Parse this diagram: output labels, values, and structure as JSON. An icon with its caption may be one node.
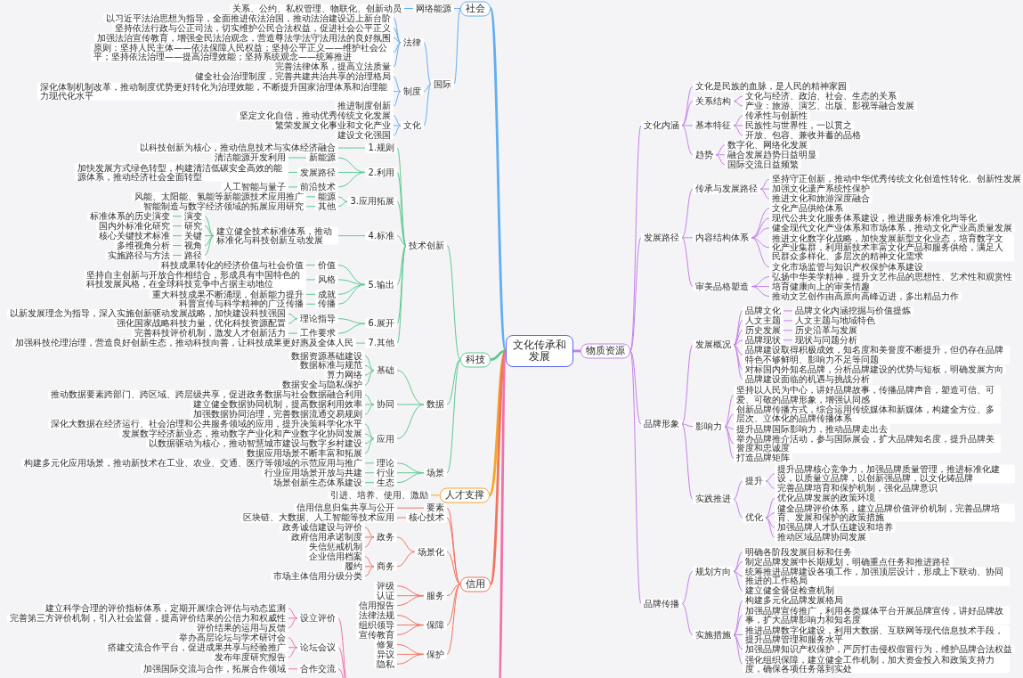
{
  "diagram": {
    "nodes": [
      {
        "text": [
          "文化传承和发展"
        ]
      },
      {
        "text": [
          "社会"
        ]
      },
      {
        "text": [
          "网络能源"
        ]
      },
      {
        "text": [
          "关系、公约、私权管理、物联化、创新动员"
        ]
      },
      {
        "text": [
          "国际"
        ]
      },
      {
        "text": [
          "法律"
        ]
      },
      {
        "text": [
          "以习近平法治思想为指导，全面推进依法治国，推动法治建设迈上新台阶"
        ]
      },
      {
        "text": [
          "坚持依法行政与公正司法，切实维护公民合法权益，促进社会公平正义"
        ]
      },
      {
        "text": [
          "加强法治宣传教育，增强全民法治观念，营造尊法学法守法用法的良好氛围"
        ]
      },
      {
        "text": [
          "原则：坚持人民主体——依法保障人民权益；坚持公平正义——维护社会公平；坚持依法治理——提高治理效能；坚持系统观念——统筹推进"
        ]
      },
      {
        "text": [
          "完善法律体系，提高立法质量"
        ]
      },
      {
        "text": [
          "制度"
        ]
      },
      {
        "text": [
          "健全社会治理制度，完善共建共治共享的治理格局"
        ]
      },
      {
        "text": [
          "深化体制机制改革，推动制度优势更好转化为治理效能，不断提升国家治理体系和治理能力现代化水平"
        ]
      },
      {
        "text": [
          "推进制度创新"
        ]
      },
      {
        "text": [
          "文化"
        ]
      },
      {
        "text": [
          "坚定文化自信，推动优秀传统文化发展"
        ]
      },
      {
        "text": [
          "繁荣发展文化事业和文化产业"
        ]
      },
      {
        "text": [
          "建设文化强国"
        ]
      },
      {
        "text": [
          "科技"
        ]
      },
      {
        "text": [
          "技术创新"
        ]
      },
      {
        "text": [
          "1.规则"
        ]
      },
      {
        "text": [
          "以科技创新为核心，推动信息技术与实体经济融合"
        ]
      },
      {
        "text": [
          "2.利用"
        ]
      },
      {
        "text": [
          "新能源"
        ]
      },
      {
        "text": [
          "清洁能源开发利用"
        ]
      },
      {
        "text": [
          "发展路径"
        ]
      },
      {
        "text": [
          "加快发展方式绿色转型，构建清洁低碳安全高效的能源体系，推动经济社会全面转型"
        ]
      },
      {
        "text": [
          "前沿技术"
        ]
      },
      {
        "text": [
          "人工智能与量子"
        ]
      },
      {
        "text": [
          "3.应用拓展"
        ]
      },
      {
        "text": [
          "能源"
        ]
      },
      {
        "text": [
          "风能、太阳能、氢能等新能源技术应用推广"
        ]
      },
      {
        "text": [
          "其他"
        ]
      },
      {
        "text": [
          "智能制造与数字经济领域的拓展应用研究"
        ]
      },
      {
        "text": [
          "4.标准"
        ]
      },
      {
        "text": [
          "建立健全技术标准体系，推动标准化与科技创新互动发展"
        ]
      },
      {
        "text": [
          "演变"
        ]
      },
      {
        "text": [
          "标准体系的历史演变"
        ]
      },
      {
        "text": [
          "研究"
        ]
      },
      {
        "text": [
          "国内外标准化研究"
        ]
      },
      {
        "text": [
          "关键"
        ]
      },
      {
        "text": [
          "核心关键技术标准"
        ]
      },
      {
        "text": [
          "视角"
        ]
      },
      {
        "text": [
          "多维视角分析"
        ]
      },
      {
        "text": [
          "路径"
        ]
      },
      {
        "text": [
          "实施路径与方法"
        ]
      },
      {
        "text": [
          "5.输出"
        ]
      },
      {
        "text": [
          "价值"
        ]
      },
      {
        "text": [
          "科技成果转化的经济价值与社会价值"
        ]
      },
      {
        "text": [
          "风格"
        ]
      },
      {
        "text": [
          "坚持自主创新与开放合作相结合，形成具有中国特色的科技发展风格，在全球科技竞争中占据主动地位"
        ]
      },
      {
        "text": [
          "成就"
        ]
      },
      {
        "text": [
          "重大科技成果不断涌现，创新能力提升"
        ]
      },
      {
        "text": [
          "传播"
        ]
      },
      {
        "text": [
          "科普宣传与科学精神的广泛传播"
        ]
      },
      {
        "text": [
          "6.展开"
        ]
      },
      {
        "text": [
          "理论指导"
        ]
      },
      {
        "text": [
          "以新发展理念为指导，深入实施创新驱动发展战略，加快建设科技强国"
        ]
      },
      {
        "text": [
          "强化国家战略科技力量，优化科技资源配置"
        ]
      },
      {
        "text": [
          "工作要求"
        ]
      },
      {
        "text": [
          "完善科技评价机制，激发人才创新活力"
        ]
      },
      {
        "text": [
          "7.其他"
        ]
      },
      {
        "text": [
          "加强科技伦理治理，营造良好创新生态，推动科技向善，让科技成果更好惠及全体人民"
        ]
      },
      {
        "text": [
          "数据"
        ]
      },
      {
        "text": [
          "基础"
        ]
      },
      {
        "text": [
          "数据资源基础建设"
        ]
      },
      {
        "text": [
          "数据标准与规范"
        ]
      },
      {
        "text": [
          "算力网络"
        ]
      },
      {
        "text": [
          "数据安全与隐私保护"
        ]
      },
      {
        "text": [
          "协同"
        ]
      },
      {
        "text": [
          "推动数据要素跨部门、跨区域、跨层级共享，促进政务数据与社会数据融合利用"
        ]
      },
      {
        "text": [
          "建立健全数据协同机制，提高数据利用效率"
        ]
      },
      {
        "text": [
          "加强数据协同治理，完善数据流通交易规则"
        ]
      },
      {
        "text": [
          "应用"
        ]
      },
      {
        "text": [
          "深化大数据在经济运行、社会治理和公共服务领域的应用，提升决策科学化水平"
        ]
      },
      {
        "text": [
          "发展数字经济新业态，推动数字产业化和产业数字化协同发展"
        ]
      },
      {
        "text": [
          "以数据驱动为核心，推动智慧城市建设与数字乡村建设"
        ]
      },
      {
        "text": [
          "数据应用场景不断丰富和拓展"
        ]
      },
      {
        "text": [
          "场景"
        ]
      },
      {
        "text": [
          "理论"
        ]
      },
      {
        "text": [
          "构建多元化应用场景，推动新技术在工业、农业、交通、医疗等领域的示范应用与推广"
        ]
      },
      {
        "text": [
          "行业"
        ]
      },
      {
        "text": [
          "行业应用场景开放与共建"
        ]
      },
      {
        "text": [
          "生态"
        ]
      },
      {
        "text": [
          "场景创新生态体系建设"
        ]
      },
      {
        "text": [
          "人才支撑"
        ]
      },
      {
        "text": [
          "引进、培养、使用、激励"
        ]
      },
      {
        "text": [
          "信用"
        ]
      },
      {
        "text": [
          "要素"
        ]
      },
      {
        "text": [
          "信用信息归集共享与公开"
        ]
      },
      {
        "text": [
          "核心技术"
        ]
      },
      {
        "text": [
          "区块链、大数据、人工智能等技术应用"
        ]
      },
      {
        "text": [
          "场景化"
        ]
      },
      {
        "text": [
          "政务"
        ]
      },
      {
        "text": [
          "政务诚信建设与评价"
        ]
      },
      {
        "text": [
          "政府信用承诺制度"
        ]
      },
      {
        "text": [
          "失信惩戒机制"
        ]
      },
      {
        "text": [
          "商务"
        ]
      },
      {
        "text": [
          "企业信用档案"
        ]
      },
      {
        "text": [
          "履约"
        ]
      },
      {
        "text": [
          "市场主体信用分级分类"
        ]
      },
      {
        "text": [
          "服务"
        ]
      },
      {
        "text": [
          "评级"
        ]
      },
      {
        "text": [
          "认证"
        ]
      },
      {
        "text": [
          "信用报告"
        ]
      },
      {
        "text": [
          "保障"
        ]
      },
      {
        "text": [
          "法律法规"
        ]
      },
      {
        "text": [
          "组织领导"
        ]
      },
      {
        "text": [
          "宣传教育"
        ]
      },
      {
        "text": [
          "保护"
        ]
      },
      {
        "text": [
          "修复"
        ]
      },
      {
        "text": [
          "异议"
        ]
      },
      {
        "text": [
          "隐私"
        ]
      },
      {
        "text": [
          "设立评价"
        ]
      },
      {
        "text": [
          "建立科学合理的评价指标体系，定期开展综合评估与动态监测"
        ]
      },
      {
        "text": [
          "完善第三方评价机制，引入社会监督，提高评价结果的公信力和权威性"
        ]
      },
      {
        "text": [
          "评价结果的运用与反馈"
        ]
      },
      {
        "text": [
          "论坛会议"
        ]
      },
      {
        "text": [
          "举办高层论坛与学术研讨会"
        ]
      },
      {
        "text": [
          "搭建交流合作平台，促进成果共享与经验推广"
        ]
      },
      {
        "text": [
          "发布年度研究报告"
        ]
      },
      {
        "text": [
          "合作交流"
        ]
      },
      {
        "text": [
          "加强国际交流与合作，拓展合作领域"
        ]
      },
      {
        "text": [
          "物质资源"
        ]
      },
      {
        "text": [
          "文化内涵"
        ]
      },
      {
        "text": [
          "文化是民族的血脉，是人民的精神家园"
        ]
      },
      {
        "text": [
          "关系结构"
        ]
      },
      {
        "text": [
          "文化与经济、政治、社会、生态的关系"
        ]
      },
      {
        "text": [
          "产业：旅游、演艺、出版、影视等融合发展"
        ]
      },
      {
        "text": [
          "基本特征"
        ]
      },
      {
        "text": [
          "传承性与创新性"
        ]
      },
      {
        "text": [
          "民族性与世界性，一以贯之"
        ]
      },
      {
        "text": [
          "开放、包容、兼收并蓄的品格"
        ]
      },
      {
        "text": [
          "趋势"
        ]
      },
      {
        "text": [
          "数字化、网络化发展"
        ]
      },
      {
        "text": [
          "融合发展趋势日益明显"
        ]
      },
      {
        "text": [
          "国际交流日益频繁"
        ]
      },
      {
        "text": [
          "发展路径"
        ]
      },
      {
        "text": [
          "传承与发展路径"
        ]
      },
      {
        "text": [
          "坚持守正创新，推动中华优秀传统文化创造性转化、创新性发展"
        ]
      },
      {
        "text": [
          "加强文化遗产系统性保护"
        ]
      },
      {
        "text": [
          "推进文化和旅游深度融合"
        ]
      },
      {
        "text": [
          "内容结构体系"
        ]
      },
      {
        "text": [
          "文化产品供给体系"
        ]
      },
      {
        "text": [
          "现代公共文化服务体系建设，推进服务标准化均等化"
        ]
      },
      {
        "text": [
          "健全现代文化产业体系和市场体系，推动文化产业高质量发展"
        ]
      },
      {
        "text": [
          "推进文化数字化战略，加快发展新型文化业态，培育数字文化产业集群，利用新技术丰富文化产品和服务供给，满足人民群众多样化、多层次的精神文化需求"
        ]
      },
      {
        "text": [
          "文化市场监管与知识产权保护体系建设"
        ]
      },
      {
        "text": [
          "审美品格塑造"
        ]
      },
      {
        "text": [
          "弘扬中华美学精神，提升文艺作品的思想性、艺术性和观赏性"
        ]
      },
      {
        "text": [
          "培育健康向上的审美情趣"
        ]
      },
      {
        "text": [
          "推动文艺创作由高原向高峰迈进，多出精品力作"
        ]
      },
      {
        "text": [
          "品牌形象"
        ]
      },
      {
        "text": [
          "发展概况"
        ]
      },
      {
        "text": [
          "品牌文化"
        ]
      },
      {
        "text": [
          "品牌文化内涵挖掘与价值提炼"
        ]
      },
      {
        "text": [
          "人文主题"
        ]
      },
      {
        "text": [
          "人文主题与地域特色"
        ]
      },
      {
        "text": [
          "历史发展"
        ]
      },
      {
        "text": [
          "历史沿革与发展"
        ]
      },
      {
        "text": [
          "品牌现状"
        ]
      },
      {
        "text": [
          "现状与问题分析"
        ]
      },
      {
        "text": [
          "品牌建设取得积极成效，知名度和美誉度不断提升，但仍存在品牌特色不够鲜明、影响力不足等问题"
        ]
      },
      {
        "text": [
          "对标国内外知名品牌，分析品牌建设的优势与短板，明确发展方向"
        ]
      },
      {
        "text": [
          "品牌建设面临的机遇与挑战分析"
        ]
      },
      {
        "text": [
          "影响力"
        ]
      },
      {
        "text": [
          "坚持以人民为中心，讲好品牌故事，传播品牌声音，塑造可信、可爱、可敬的品牌形象，增强认同感"
        ]
      },
      {
        "text": [
          "创新品牌传播方式，综合运用传统媒体和新媒体，构建全方位、多层次、立体化的品牌传播体系"
        ]
      },
      {
        "text": [
          "提升品牌国际影响力，推动品牌走出去"
        ]
      },
      {
        "text": [
          "举办品牌推介活动，参与国际展会，扩大品牌知名度，提升品牌美誉度和忠诚度"
        ]
      },
      {
        "text": [
          "打造品牌矩阵"
        ]
      },
      {
        "text": [
          "实践推进"
        ]
      },
      {
        "text": [
          "提升"
        ]
      },
      {
        "text": [
          "提升品牌核心竞争力，加强品牌质量管理，推进标准化建设，以质量立品牌，以创新强品牌，以文化铸品牌"
        ]
      },
      {
        "text": [
          "完善品牌培育和保护机制，强化品牌意识"
        ]
      },
      {
        "text": [
          "优化"
        ]
      },
      {
        "text": [
          "优化品牌发展的政策环境"
        ]
      },
      {
        "text": [
          "健全品牌评价体系，建立品牌价值评价机制，完善品牌培育、发展和保护的政策措施"
        ]
      },
      {
        "text": [
          "加强品牌人才队伍建设和培养"
        ]
      },
      {
        "text": [
          "推动区域品牌协同发展"
        ]
      },
      {
        "text": [
          "品牌传播"
        ]
      },
      {
        "text": [
          "规划方向"
        ]
      },
      {
        "text": [
          "明确各阶段发展目标和任务"
        ]
      },
      {
        "text": [
          "制定品牌发展中长期规划，明确重点任务和推进路径"
        ]
      },
      {
        "text": [
          "统筹推进品牌建设各项工作，加强顶层设计，形成上下联动、协同推进的工作格局"
        ]
      },
      {
        "text": [
          "建立健全督促检查机制"
        ]
      },
      {
        "text": [
          "实施措施"
        ]
      },
      {
        "text": [
          "构建多元化品牌发展格局"
        ]
      },
      {
        "text": [
          "加强品牌宣传推广，利用各类媒体平台开展品牌宣传，讲好品牌故事，扩大品牌影响力和知名度"
        ]
      },
      {
        "text": [
          "推进品牌数字化建设，利用大数据、互联网等现代信息技术手段，提升品牌管理和服务水平"
        ]
      },
      {
        "text": [
          "加强品牌知识产权保护，严厉打击侵权假冒行为，维护品牌合法权益"
        ]
      },
      {
        "text": [
          "强化组织保障，建立健全工作机制，加大资金投入和政策支持力度，确保各项任务落到实处"
        ]
      }
    ],
    "edges": [
      {
        "from": 0,
        "to": 1,
        "arrow": "none",
        "style": "thick",
        "color": "#62aef2"
      },
      {
        "from": 1,
        "to": 2,
        "arrow": "none",
        "color": "#62aef2"
      },
      {
        "from": 2,
        "to": 3,
        "arrow": "none",
        "color": "#62aef2"
      },
      {
        "from": 1,
        "to": 4,
        "arrow": "none",
        "color": "#62aef2"
      },
      {
        "from": 4,
        "to": 5,
        "arrow": "none",
        "color": "#62aef2"
      },
      {
        "from": 5,
        "to": 6,
        "arrow": "none",
        "color": "#62aef2"
      },
      {
        "from": 5,
        "to": 7,
        "arrow": "none",
        "color": "#62aef2"
      },
      {
        "from": 5,
        "to": 8,
        "arrow": "none",
        "color": "#62aef2"
      },
      {
        "from": 5,
        "to": 9,
        "arrow": "none",
        "color": "#62aef2"
      },
      {
        "from": 5,
        "to": 10,
        "arrow": "none",
        "color": "#62aef2"
      },
      {
        "from": 4,
        "to": 11,
        "arrow": "none",
        "color": "#62aef2"
      },
      {
        "from": 11,
        "to": 12,
        "arrow": "none",
        "color": "#62aef2"
      },
      {
        "from": 11,
        "to": 13,
        "arrow": "none",
        "color": "#62aef2"
      },
      {
        "from": 11,
        "to": 14,
        "arrow": "none",
        "color": "#62aef2"
      },
      {
        "from": 4,
        "to": 15,
        "arrow": "none",
        "color": "#62aef2"
      },
      {
        "from": 15,
        "to": 16,
        "arrow": "none",
        "color": "#62aef2"
      },
      {
        "from": 15,
        "to": 17,
        "arrow": "none",
        "color": "#62aef2"
      },
      {
        "from": 15,
        "to": 18,
        "arrow": "none",
        "color": "#62aef2"
      },
      {
        "from": 0,
        "to": 19,
        "arrow": "none",
        "style": "thick",
        "color": "#5cc98e"
      },
      {
        "from": 19,
        "to": 20,
        "arrow": "none",
        "color": "#5cc98e"
      },
      {
        "from": 20,
        "to": 21,
        "arrow": "none",
        "color": "#5cc98e"
      },
      {
        "from": 21,
        "to": 22,
        "arrow": "none",
        "color": "#5cc98e"
      },
      {
        "from": 20,
        "to": 23,
        "arrow": "none",
        "color": "#5cc98e"
      },
      {
        "from": 23,
        "to": 24,
        "arrow": "none",
        "color": "#5cc98e"
      },
      {
        "from": 24,
        "to": 25,
        "arrow": "none",
        "color": "#5cc98e"
      },
      {
        "from": 23,
        "to": 26,
        "arrow": "none",
        "color": "#5cc98e"
      },
      {
        "from": 26,
        "to": 27,
        "arrow": "none",
        "color": "#5cc98e"
      },
      {
        "from": 23,
        "to": 28,
        "arrow": "none",
        "color": "#5cc98e"
      },
      {
        "from": 28,
        "to": 29,
        "arrow": "none",
        "color": "#5cc98e"
      },
      {
        "from": 20,
        "to": 30,
        "arrow": "none",
        "color": "#5cc98e"
      },
      {
        "from": 30,
        "to": 31,
        "arrow": "none",
        "color": "#5cc98e"
      },
      {
        "from": 31,
        "to": 32,
        "arrow": "none",
        "color": "#5cc98e"
      },
      {
        "from": 30,
        "to": 33,
        "arrow": "none",
        "color": "#5cc98e"
      },
      {
        "from": 33,
        "to": 34,
        "arrow": "none",
        "color": "#5cc98e"
      },
      {
        "from": 20,
        "to": 35,
        "arrow": "none",
        "color": "#5cc98e"
      },
      {
        "from": 35,
        "to": 36,
        "arrow": "none",
        "color": "#5cc98e"
      },
      {
        "from": 36,
        "to": 37,
        "arrow": "none",
        "color": "#5cc98e"
      },
      {
        "from": 37,
        "to": 38,
        "arrow": "none",
        "color": "#5cc98e"
      },
      {
        "from": 36,
        "to": 39,
        "arrow": "none",
        "color": "#5cc98e"
      },
      {
        "from": 39,
        "to": 40,
        "arrow": "none",
        "color": "#5cc98e"
      },
      {
        "from": 36,
        "to": 41,
        "arrow": "none",
        "color": "#5cc98e"
      },
      {
        "from": 41,
        "to": 42,
        "arrow": "none",
        "color": "#5cc98e"
      },
      {
        "from": 36,
        "to": 43,
        "arrow": "none",
        "color": "#5cc98e"
      },
      {
        "from": 43,
        "to": 44,
        "arrow": "none",
        "color": "#5cc98e"
      },
      {
        "from": 36,
        "to": 45,
        "arrow": "none",
        "color": "#5cc98e"
      },
      {
        "from": 45,
        "to": 46,
        "arrow": "none",
        "color": "#5cc98e"
      },
      {
        "from": 20,
        "to": 47,
        "arrow": "none",
        "color": "#5cc98e"
      },
      {
        "from": 47,
        "to": 48,
        "arrow": "none",
        "color": "#5cc98e"
      },
      {
        "from": 48,
        "to": 49,
        "arrow": "none",
        "color": "#5cc98e"
      },
      {
        "from": 47,
        "to": 50,
        "arrow": "none",
        "color": "#5cc98e"
      },
      {
        "from": 50,
        "to": 51,
        "arrow": "none",
        "color": "#5cc98e"
      },
      {
        "from": 47,
        "to": 52,
        "arrow": "none",
        "color": "#5cc98e"
      },
      {
        "from": 52,
        "to": 53,
        "arrow": "none",
        "color": "#5cc98e"
      },
      {
        "from": 47,
        "to": 54,
        "arrow": "none",
        "color": "#5cc98e"
      },
      {
        "from": 54,
        "to": 55,
        "arrow": "none",
        "color": "#5cc98e"
      },
      {
        "from": 20,
        "to": 56,
        "arrow": "none",
        "color": "#5cc98e"
      },
      {
        "from": 56,
        "to": 57,
        "arrow": "none",
        "color": "#5cc98e"
      },
      {
        "from": 57,
        "to": 58,
        "arrow": "none",
        "color": "#5cc98e"
      },
      {
        "from": 57,
        "to": 59,
        "arrow": "none",
        "color": "#5cc98e"
      },
      {
        "from": 56,
        "to": 60,
        "arrow": "none",
        "color": "#5cc98e"
      },
      {
        "from": 60,
        "to": 61,
        "arrow": "none",
        "color": "#5cc98e"
      },
      {
        "from": 20,
        "to": 62,
        "arrow": "none",
        "color": "#5cc98e"
      },
      {
        "from": 62,
        "to": 63,
        "arrow": "none",
        "color": "#5cc98e"
      },
      {
        "from": 19,
        "to": 64,
        "arrow": "none",
        "color": "#5cc98e"
      },
      {
        "from": 64,
        "to": 65,
        "arrow": "none",
        "color": "#5cc98e"
      },
      {
        "from": 65,
        "to": 66,
        "arrow": "none",
        "color": "#5cc98e"
      },
      {
        "from": 65,
        "to": 67,
        "arrow": "none",
        "color": "#5cc98e"
      },
      {
        "from": 65,
        "to": 68,
        "arrow": "none",
        "color": "#5cc98e"
      },
      {
        "from": 65,
        "to": 69,
        "arrow": "none",
        "color": "#5cc98e"
      },
      {
        "from": 64,
        "to": 70,
        "arrow": "none",
        "color": "#5cc98e"
      },
      {
        "from": 70,
        "to": 71,
        "arrow": "none",
        "color": "#5cc98e"
      },
      {
        "from": 70,
        "to": 72,
        "arrow": "none",
        "color": "#5cc98e"
      },
      {
        "from": 70,
        "to": 73,
        "arrow": "none",
        "color": "#5cc98e"
      },
      {
        "from": 64,
        "to": 74,
        "arrow": "none",
        "color": "#5cc98e"
      },
      {
        "from": 74,
        "to": 75,
        "arrow": "none",
        "color": "#5cc98e"
      },
      {
        "from": 74,
        "to": 76,
        "arrow": "none",
        "color": "#5cc98e"
      },
      {
        "from": 74,
        "to": 77,
        "arrow": "none",
        "color": "#5cc98e"
      },
      {
        "from": 74,
        "to": 78,
        "arrow": "none",
        "color": "#5cc98e"
      },
      {
        "from": 19,
        "to": 79,
        "arrow": "none",
        "color": "#5cc98e"
      },
      {
        "from": 79,
        "to": 80,
        "arrow": "none",
        "color": "#5cc98e"
      },
      {
        "from": 80,
        "to": 81,
        "arrow": "none",
        "color": "#5cc98e"
      },
      {
        "from": 79,
        "to": 82,
        "arrow": "none",
        "color": "#5cc98e"
      },
      {
        "from": 82,
        "to": 83,
        "arrow": "none",
        "color": "#5cc98e"
      },
      {
        "from": 79,
        "to": 84,
        "arrow": "none",
        "color": "#5cc98e"
      },
      {
        "from": 84,
        "to": 85,
        "arrow": "none",
        "color": "#5cc98e"
      },
      {
        "from": 0,
        "to": 86,
        "arrow": "none",
        "style": "thick",
        "color": "#f4a62a"
      },
      {
        "from": 86,
        "to": 87,
        "arrow": "none",
        "color": "#f4a62a"
      },
      {
        "from": 0,
        "to": 88,
        "arrow": "none",
        "style": "thick",
        "color": "#f2735e"
      },
      {
        "from": 88,
        "to": 89,
        "arrow": "none",
        "color": "#f2735e"
      },
      {
        "from": 89,
        "to": 90,
        "arrow": "none",
        "color": "#f2735e"
      },
      {
        "from": 88,
        "to": 91,
        "arrow": "none",
        "color": "#f2735e"
      },
      {
        "from": 91,
        "to": 92,
        "arrow": "none",
        "color": "#f2735e"
      },
      {
        "from": 88,
        "to": 93,
        "arrow": "none",
        "color": "#f2735e"
      },
      {
        "from": 93,
        "to": 94,
        "arrow": "none",
        "color": "#f2735e"
      },
      {
        "from": 94,
        "to": 95,
        "arrow": "none",
        "color": "#f2735e"
      },
      {
        "from": 94,
        "to": 96,
        "arrow": "none",
        "color": "#f2735e"
      },
      {
        "from": 94,
        "to": 97,
        "arrow": "none",
        "color": "#f2735e"
      },
      {
        "from": 93,
        "to": 98,
        "arrow": "none",
        "color": "#f2735e"
      },
      {
        "from": 98,
        "to": 99,
        "arrow": "none",
        "color": "#f2735e"
      },
      {
        "from": 98,
        "to": 100,
        "arrow": "none",
        "color": "#f2735e"
      },
      {
        "from": 98,
        "to": 101,
        "arrow": "none",
        "color": "#f2735e"
      },
      {
        "from": 88,
        "to": 102,
        "arrow": "none",
        "color": "#f2735e"
      },
      {
        "from": 102,
        "to": 103,
        "arrow": "none",
        "color": "#f2735e"
      },
      {
        "from": 102,
        "to": 104,
        "arrow": "none",
        "color": "#f2735e"
      },
      {
        "from": 102,
        "to": 105,
        "arrow": "none",
        "color": "#f2735e"
      },
      {
        "from": 88,
        "to": 106,
        "arrow": "none",
        "color": "#f2735e"
      },
      {
        "from": 106,
        "to": 107,
        "arrow": "none",
        "color": "#f2735e"
      },
      {
        "from": 106,
        "to": 108,
        "arrow": "none",
        "color": "#f2735e"
      },
      {
        "from": 106,
        "to": 109,
        "arrow": "none",
        "color": "#f2735e"
      },
      {
        "from": 88,
        "to": 110,
        "arrow": "none",
        "color": "#f2735e"
      },
      {
        "from": 110,
        "to": 111,
        "arrow": "none",
        "color": "#f2735e"
      },
      {
        "from": 110,
        "to": 112,
        "arrow": "none",
        "color": "#f2735e"
      },
      {
        "from": 110,
        "to": 113,
        "arrow": "none",
        "color": "#f2735e"
      },
      {
        "from": 0,
        "to": null,
        "arrow": "none",
        "style": "thick",
        "color": "#ee72a8"
      },
      {
        "from": null,
        "to": 114,
        "arrow": "none",
        "color": "#ee72a8"
      },
      {
        "from": 114,
        "to": 115,
        "arrow": "none",
        "color": "#ee72a8"
      },
      {
        "from": 114,
        "to": 116,
        "arrow": "none",
        "color": "#ee72a8"
      },
      {
        "from": 114,
        "to": 117,
        "arrow": "none",
        "color": "#ee72a8"
      },
      {
        "from": null,
        "to": 118,
        "arrow": "none",
        "color": "#ee72a8"
      },
      {
        "from": 118,
        "to": 119,
        "arrow": "none",
        "color": "#ee72a8"
      },
      {
        "from": 118,
        "to": 120,
        "arrow": "none",
        "color": "#ee72a8"
      },
      {
        "from": 118,
        "to": 121,
        "arrow": "none",
        "color": "#ee72a8"
      },
      {
        "from": null,
        "to": 122,
        "arrow": "none",
        "color": "#ee72a8"
      },
      {
        "from": 122,
        "to": 123,
        "arrow": "none",
        "color": "#ee72a8"
      },
      {
        "from": 0,
        "to": 124,
        "arrow": "none",
        "style": "thick"
      },
      {
        "from": 124,
        "to": 125,
        "arrow": "none"
      },
      {
        "from": 125,
        "to": 126,
        "arrow": "none"
      },
      {
        "from": 125,
        "to": 127,
        "arrow": "none"
      },
      {
        "from": 127,
        "to": 128,
        "arrow": "none"
      },
      {
        "from": 127,
        "to": 129,
        "arrow": "none"
      },
      {
        "from": 125,
        "to": 130,
        "arrow": "none"
      },
      {
        "from": 130,
        "to": 131,
        "arrow": "none"
      },
      {
        "from": 130,
        "to": 132,
        "arrow": "none"
      },
      {
        "from": 130,
        "to": 133,
        "arrow": "none"
      },
      {
        "from": 125,
        "to": 134,
        "arrow": "none"
      },
      {
        "from": 134,
        "to": 135,
        "arrow": "none"
      },
      {
        "from": 134,
        "to": 136,
        "arrow": "none"
      },
      {
        "from": 134,
        "to": 137,
        "arrow": "none"
      },
      {
        "from": 124,
        "to": 138,
        "arrow": "none"
      },
      {
        "from": 138,
        "to": 139,
        "arrow": "none"
      },
      {
        "from": 139,
        "to": 140,
        "arrow": "none"
      },
      {
        "from": 139,
        "to": 141,
        "arrow": "none"
      },
      {
        "from": 139,
        "to": 142,
        "arrow": "none"
      },
      {
        "from": 138,
        "to": 143,
        "arrow": "none"
      },
      {
        "from": 143,
        "to": 144,
        "arrow": "none"
      },
      {
        "from": 143,
        "to": 145,
        "arrow": "none"
      },
      {
        "from": 143,
        "to": 146,
        "arrow": "none"
      },
      {
        "from": 143,
        "to": 147,
        "arrow": "none"
      },
      {
        "from": 143,
        "to": 148,
        "arrow": "none"
      },
      {
        "from": 138,
        "to": 149,
        "arrow": "none"
      },
      {
        "from": 149,
        "to": 150,
        "arrow": "none"
      },
      {
        "from": 149,
        "to": 151,
        "arrow": "none"
      },
      {
        "from": 149,
        "to": 152,
        "arrow": "none"
      },
      {
        "from": 124,
        "to": 153,
        "arrow": "none"
      },
      {
        "from": 153,
        "to": 154,
        "arrow": "none"
      },
      {
        "from": 154,
        "to": 155,
        "arrow": "none"
      },
      {
        "from": 155,
        "to": 156,
        "arrow": "none"
      },
      {
        "from": 154,
        "to": 157,
        "arrow": "none"
      },
      {
        "from": 157,
        "to": 158,
        "arrow": "none"
      },
      {
        "from": 154,
        "to": 159,
        "arrow": "none"
      },
      {
        "from": 159,
        "to": 160,
        "arrow": "none"
      },
      {
        "from": 154,
        "to": 161,
        "arrow": "none"
      },
      {
        "from": 161,
        "to": 162,
        "arrow": "none"
      },
      {
        "from": 154,
        "to": 163,
        "arrow": "none"
      },
      {
        "from": 154,
        "to": 164,
        "arrow": "none"
      },
      {
        "from": 154,
        "to": 165,
        "arrow": "none"
      },
      {
        "from": 153,
        "to": 166,
        "arrow": "none"
      },
      {
        "from": 166,
        "to": 167,
        "arrow": "none"
      },
      {
        "from": 166,
        "to": 168,
        "arrow": "none"
      },
      {
        "from": 166,
        "to": 169,
        "arrow": "none"
      },
      {
        "from": 166,
        "to": 170,
        "arrow": "none"
      },
      {
        "from": 166,
        "to": 171,
        "arrow": "none"
      },
      {
        "from": 153,
        "to": 172,
        "arrow": "none"
      },
      {
        "from": 172,
        "to": 173,
        "arrow": "none"
      },
      {
        "from": 173,
        "to": 174,
        "arrow": "none"
      },
      {
        "from": 173,
        "to": 175,
        "arrow": "none"
      },
      {
        "from": 172,
        "to": 176,
        "arrow": "none"
      },
      {
        "from": 176,
        "to": 177,
        "arrow": "none"
      },
      {
        "from": 176,
        "to": 178,
        "arrow": "none"
      },
      {
        "from": 176,
        "to": 179,
        "arrow": "none"
      },
      {
        "from": 176,
        "to": 180,
        "arrow": "none"
      },
      {
        "from": 124,
        "to": 181,
        "arrow": "none"
      },
      {
        "from": 181,
        "to": 182,
        "arrow": "none"
      },
      {
        "from": 182,
        "to": 183,
        "arrow": "none"
      },
      {
        "from": 182,
        "to": 184,
        "arrow": "none"
      },
      {
        "from": 182,
        "to": 185,
        "arrow": "none"
      },
      {
        "from": 182,
        "to": 186,
        "arrow": "none"
      },
      {
        "from": 181,
        "to": 187,
        "arrow": "none"
      },
      {
        "from": 187,
        "to": 188,
        "arrow": "none"
      },
      {
        "from": 187,
        "to": 189,
        "arrow": "none"
      },
      {
        "from": 187,
        "to": 190,
        "arrow": "none"
      },
      {
        "from": 187,
        "to": 191,
        "arrow": "none"
      },
      {
        "from": 187,
        "to": 192,
        "arrow": "none"
      }
    ]
  }
}
